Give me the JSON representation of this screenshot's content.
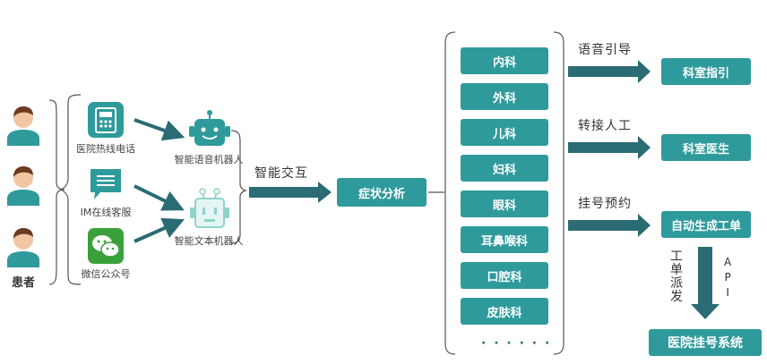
{
  "patient": {
    "label": "患者"
  },
  "channels": [
    {
      "label": "医院热线电话",
      "icon": "telephone-icon"
    },
    {
      "label": "IM在线客服",
      "icon": "chat-icon"
    },
    {
      "label": "微信公众号",
      "icon": "wechat-icon"
    }
  ],
  "bots": {
    "voice": {
      "label": "智能语音机器人",
      "icon": "robot-icon"
    },
    "text": {
      "label": "智能文本机器人",
      "icon": "robot-icon"
    }
  },
  "flow": {
    "interaction_label": "智能交互"
  },
  "analysis": {
    "label": "症状分析"
  },
  "departments": [
    "内科",
    "外科",
    "儿科",
    "妇科",
    "眼科",
    "耳鼻喉科",
    "口腔科",
    "皮肤科"
  ],
  "more": "· · · · · ·",
  "outputs": [
    {
      "action": "语音引导",
      "target": "科室指引"
    },
    {
      "action": "转接人工",
      "target": "科室医生"
    },
    {
      "action": "挂号预约",
      "target": "自动生成工单"
    }
  ],
  "dispatch": {
    "left_text": [
      "工",
      "单",
      "派",
      "发"
    ],
    "right_text": [
      "A",
      "P",
      "I"
    ]
  },
  "system": {
    "label": "医院挂号系统"
  },
  "colors": {
    "teal": "#2f9a9c",
    "dark_teal": "#2b6b73",
    "light_teal": "#8fd3cc",
    "skin": "#f2c6a5",
    "hair": "#6b3a1f"
  }
}
